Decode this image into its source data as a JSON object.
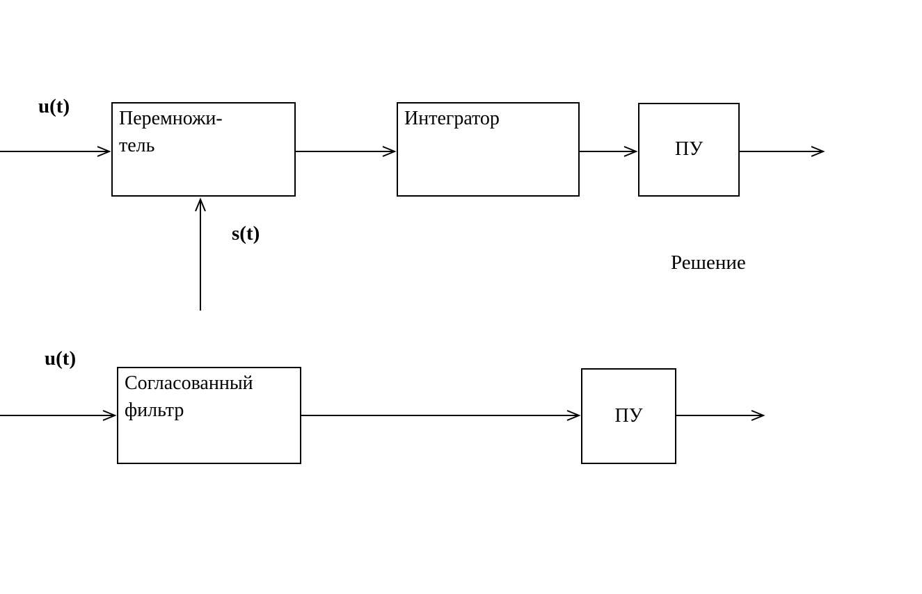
{
  "top_diagram": {
    "input_label": "u(t)",
    "multiplier": {
      "line1": "Перемножи-",
      "line2": "тель"
    },
    "integrator": "Интегратор",
    "threshold": "ПУ",
    "signal_label": "s(t)",
    "decision_label": "Решение"
  },
  "bottom_diagram": {
    "input_label": "u(t)",
    "matched_filter": {
      "line1": "Согласованный",
      "line2": "фильтр"
    },
    "threshold": "ПУ"
  },
  "colors": {
    "line": "#000000",
    "background": "#ffffff",
    "text": "#000000"
  }
}
